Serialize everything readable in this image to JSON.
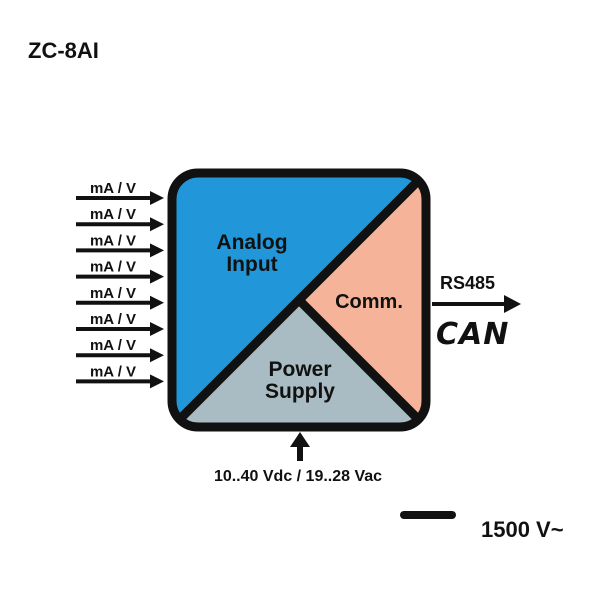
{
  "title": "ZC-8AI",
  "inputs": {
    "labels": [
      "mA / V",
      "mA / V",
      "mA / V",
      "mA / V",
      "mA / V",
      "mA / V",
      "mA / V",
      "mA / V"
    ]
  },
  "module": {
    "analog_line1": "Analog",
    "analog_line2": "Input",
    "comm": "Comm.",
    "power_line1": "Power",
    "power_line2": "Supply"
  },
  "outputs": {
    "rs485": "RS485",
    "can": "CAN"
  },
  "power_supply_label": "10..40 Vdc / 19..28 Vac",
  "isolation": "1500 V~",
  "colors": {
    "analog": "#2196d8",
    "comm": "#f5b49a",
    "power": "#a9bcc4",
    "outline": "#111111"
  }
}
